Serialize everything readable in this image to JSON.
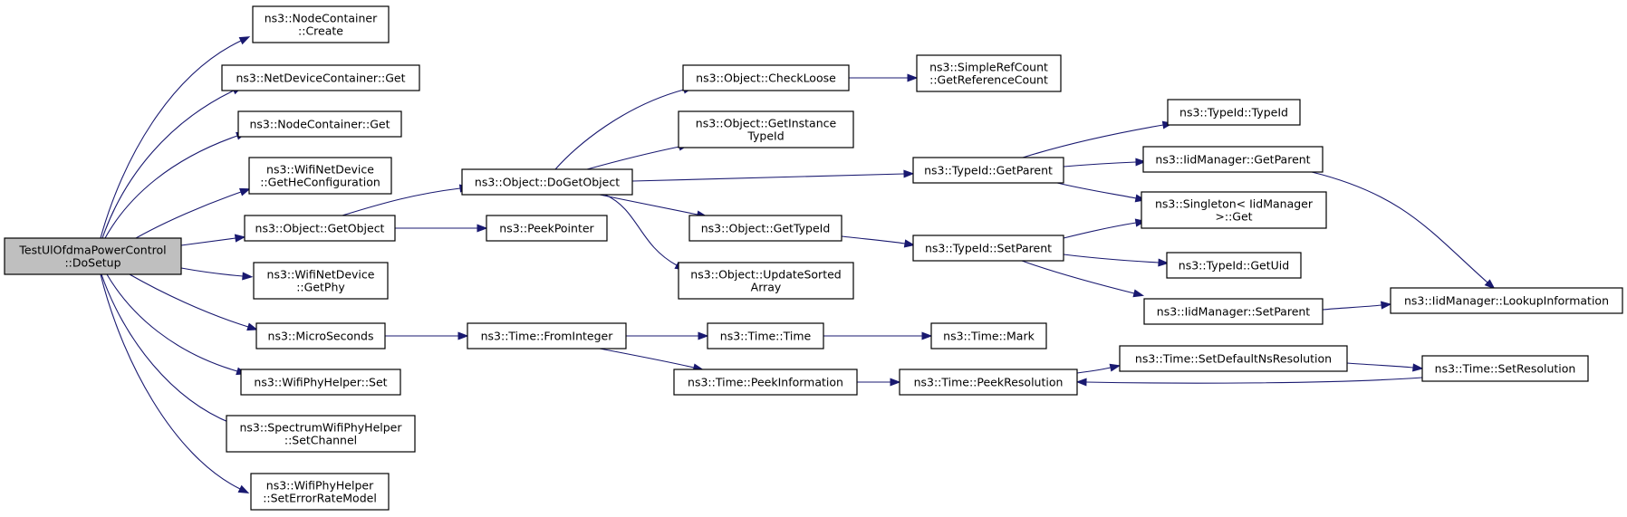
{
  "graph": {
    "nodes": [
      {
        "id": "n0",
        "lines": [
          "TestUlOfdmaPowerControl",
          "::DoSetup"
        ]
      },
      {
        "id": "n1",
        "lines": [
          "ns3::NodeContainer",
          "::Create"
        ]
      },
      {
        "id": "n2",
        "lines": [
          "ns3::NetDeviceContainer::Get"
        ]
      },
      {
        "id": "n3",
        "lines": [
          "ns3::NodeContainer::Get"
        ]
      },
      {
        "id": "n4",
        "lines": [
          "ns3::WifiNetDevice",
          "::GetHeConfiguration"
        ]
      },
      {
        "id": "n5",
        "lines": [
          "ns3::Object::GetObject"
        ]
      },
      {
        "id": "n6",
        "lines": [
          "ns3::WifiNetDevice",
          "::GetPhy"
        ]
      },
      {
        "id": "n7",
        "lines": [
          "ns3::MicroSeconds"
        ]
      },
      {
        "id": "n8",
        "lines": [
          "ns3::WifiPhyHelper::Set"
        ]
      },
      {
        "id": "n9",
        "lines": [
          "ns3::SpectrumWifiPhyHelper",
          "::SetChannel"
        ]
      },
      {
        "id": "n10",
        "lines": [
          "ns3::WifiPhyHelper",
          "::SetErrorRateModel"
        ]
      },
      {
        "id": "n11",
        "lines": [
          "ns3::Object::DoGetObject"
        ]
      },
      {
        "id": "n12",
        "lines": [
          "ns3::PeekPointer"
        ]
      },
      {
        "id": "n13",
        "lines": [
          "ns3::Time::FromInteger"
        ]
      },
      {
        "id": "n14",
        "lines": [
          "ns3::Object::CheckLoose"
        ]
      },
      {
        "id": "n15",
        "lines": [
          "ns3::Object::GetInstance",
          "TypeId"
        ]
      },
      {
        "id": "n16",
        "lines": [
          "ns3::Object::GetTypeId"
        ]
      },
      {
        "id": "n17",
        "lines": [
          "ns3::Object::UpdateSorted",
          "Array"
        ]
      },
      {
        "id": "n18",
        "lines": [
          "ns3::Time::Time"
        ]
      },
      {
        "id": "n19",
        "lines": [
          "ns3::Time::PeekInformation"
        ]
      },
      {
        "id": "n20",
        "lines": [
          "ns3::SimpleRefCount",
          "::GetReferenceCount"
        ]
      },
      {
        "id": "n21",
        "lines": [
          "ns3::TypeId::GetParent"
        ]
      },
      {
        "id": "n22",
        "lines": [
          "ns3::TypeId::SetParent"
        ]
      },
      {
        "id": "n23",
        "lines": [
          "ns3::Time::Mark"
        ]
      },
      {
        "id": "n24",
        "lines": [
          "ns3::Time::PeekResolution"
        ]
      },
      {
        "id": "n25",
        "lines": [
          "ns3::TypeId::TypeId"
        ]
      },
      {
        "id": "n26",
        "lines": [
          "ns3::IidManager::GetParent"
        ]
      },
      {
        "id": "n27",
        "lines": [
          "ns3::Singleton< IidManager",
          " >::Get"
        ]
      },
      {
        "id": "n28",
        "lines": [
          "ns3::TypeId::GetUid"
        ]
      },
      {
        "id": "n29",
        "lines": [
          "ns3::IidManager::SetParent"
        ]
      },
      {
        "id": "n30",
        "lines": [
          "ns3::Time::SetDefaultNsResolution"
        ]
      },
      {
        "id": "n31",
        "lines": [
          "ns3::IidManager::LookupInformation"
        ]
      },
      {
        "id": "n32",
        "lines": [
          "ns3::Time::SetResolution"
        ]
      }
    ],
    "edges": [
      {
        "from": "n0",
        "to": "n1"
      },
      {
        "from": "n0",
        "to": "n2"
      },
      {
        "from": "n0",
        "to": "n3"
      },
      {
        "from": "n0",
        "to": "n4"
      },
      {
        "from": "n0",
        "to": "n5"
      },
      {
        "from": "n0",
        "to": "n6"
      },
      {
        "from": "n0",
        "to": "n7"
      },
      {
        "from": "n0",
        "to": "n8"
      },
      {
        "from": "n0",
        "to": "n9"
      },
      {
        "from": "n0",
        "to": "n10"
      },
      {
        "from": "n5",
        "to": "n11"
      },
      {
        "from": "n5",
        "to": "n12"
      },
      {
        "from": "n7",
        "to": "n13"
      },
      {
        "from": "n11",
        "to": "n14"
      },
      {
        "from": "n11",
        "to": "n15"
      },
      {
        "from": "n11",
        "to": "n21"
      },
      {
        "from": "n11",
        "to": "n16"
      },
      {
        "from": "n11",
        "to": "n17"
      },
      {
        "from": "n14",
        "to": "n20"
      },
      {
        "from": "n16",
        "to": "n22"
      },
      {
        "from": "n21",
        "to": "n25"
      },
      {
        "from": "n21",
        "to": "n26"
      },
      {
        "from": "n21",
        "to": "n27"
      },
      {
        "from": "n22",
        "to": "n27"
      },
      {
        "from": "n22",
        "to": "n28"
      },
      {
        "from": "n22",
        "to": "n29"
      },
      {
        "from": "n26",
        "to": "n31"
      },
      {
        "from": "n29",
        "to": "n31"
      },
      {
        "from": "n13",
        "to": "n18"
      },
      {
        "from": "n13",
        "to": "n19"
      },
      {
        "from": "n18",
        "to": "n23"
      },
      {
        "from": "n19",
        "to": "n24"
      },
      {
        "from": "n24",
        "to": "n30"
      },
      {
        "from": "n30",
        "to": "n32"
      },
      {
        "from": "n32",
        "to": "n24"
      }
    ]
  },
  "colors": {
    "edge": "#191970",
    "root_fill": "#bfbfbf",
    "node_fill": "#ffffff",
    "node_stroke": "#000000"
  }
}
